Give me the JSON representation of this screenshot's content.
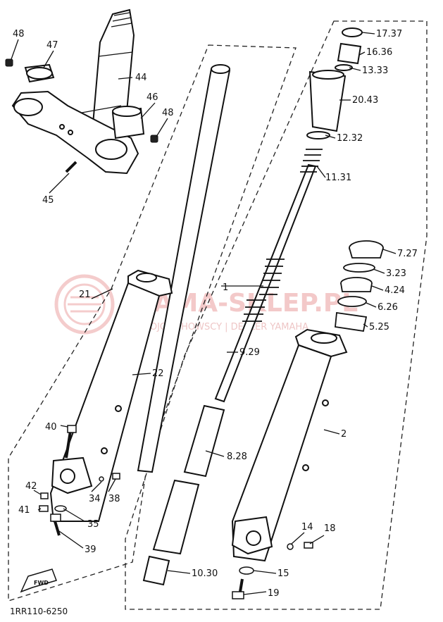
{
  "watermark": {
    "main": "YAMA-SKLEP.PL",
    "sub": "WOJCIECHOWSCY | DEALER YAMAHA",
    "color": "#e07a7a"
  },
  "fwd_label": "FWD",
  "diagram_code": "1RR110-6250",
  "callouts": [
    "48",
    "47",
    "44",
    "46",
    "48",
    "45",
    "21",
    "22",
    "40",
    "42",
    "41",
    "34",
    "38",
    "35",
    "39",
    "1",
    "9.29",
    "8.28",
    "10.30",
    "17.37",
    "16.36",
    "13.33",
    "20.43",
    "12.32",
    "11.31",
    "7.27",
    "3.23",
    "4.24",
    "6.26",
    "5.25",
    "2",
    "14",
    "18",
    "15",
    "19"
  ]
}
